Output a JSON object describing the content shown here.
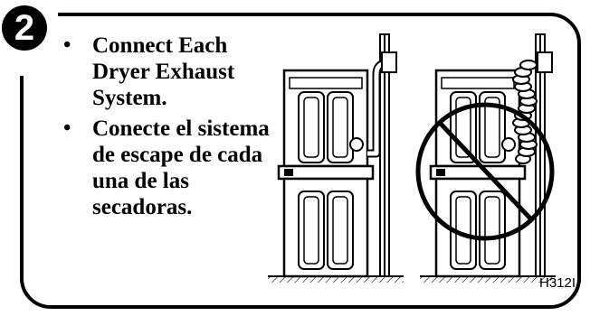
{
  "step": {
    "number": "2"
  },
  "instructions": [
    {
      "bullet": "•",
      "text": "Connect Each Dryer Exhaust System."
    },
    {
      "bullet": "•",
      "text": "Conecte el sistema de escape de cada una de las secadoras."
    }
  ],
  "figure": {
    "correct": {
      "exhaust": "rigid-elbow"
    },
    "incorrect": {
      "exhaust": "flexible-duct",
      "mark": "prohibited-circle"
    }
  },
  "figure_code": "H312I",
  "colors": {
    "line": "#000000",
    "background": "#ffffff"
  }
}
